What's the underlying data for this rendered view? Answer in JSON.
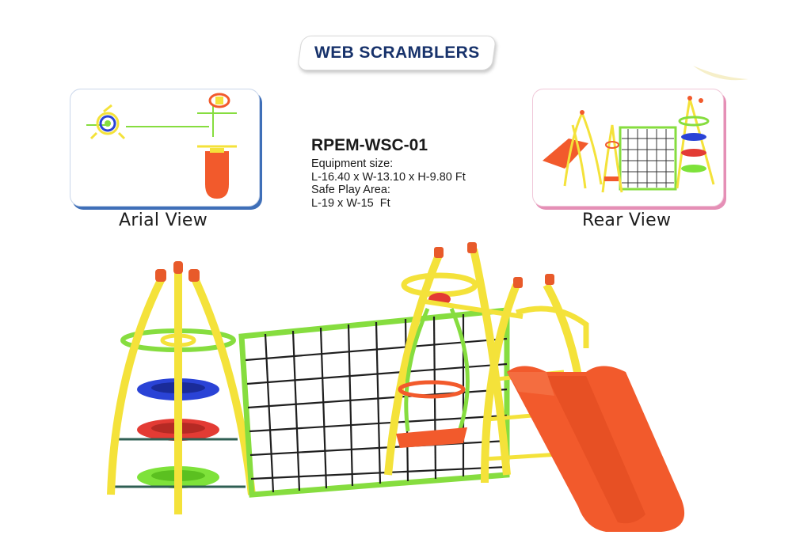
{
  "header": {
    "title": "WEB SCRAMBLERS"
  },
  "views": {
    "aerial_caption": "Arial View",
    "rear_caption": "Rear View"
  },
  "product": {
    "model": "RPEM-WSC-01",
    "size_label": "Equipment size:",
    "size_value": "L-16.40 x W-13.10 x H-9.80 Ft",
    "area_label": "Safe Play Area:",
    "area_value": "L-19 x W-15  Ft"
  },
  "colors": {
    "title_navy": "#17326b",
    "aerial_border": "#3f6fb8",
    "rear_border": "#e58fb6",
    "frame_yellow": "#f4e23a",
    "net_frame_green": "#86dd3f",
    "slide_orange": "#f25a2c",
    "ring_blue": "#2a43d6",
    "ring_red": "#e33b34",
    "ring_green": "#7ee23a"
  },
  "icons": [
    "playground-aerial-illustration",
    "playground-rear-illustration",
    "playground-main-illustration"
  ]
}
